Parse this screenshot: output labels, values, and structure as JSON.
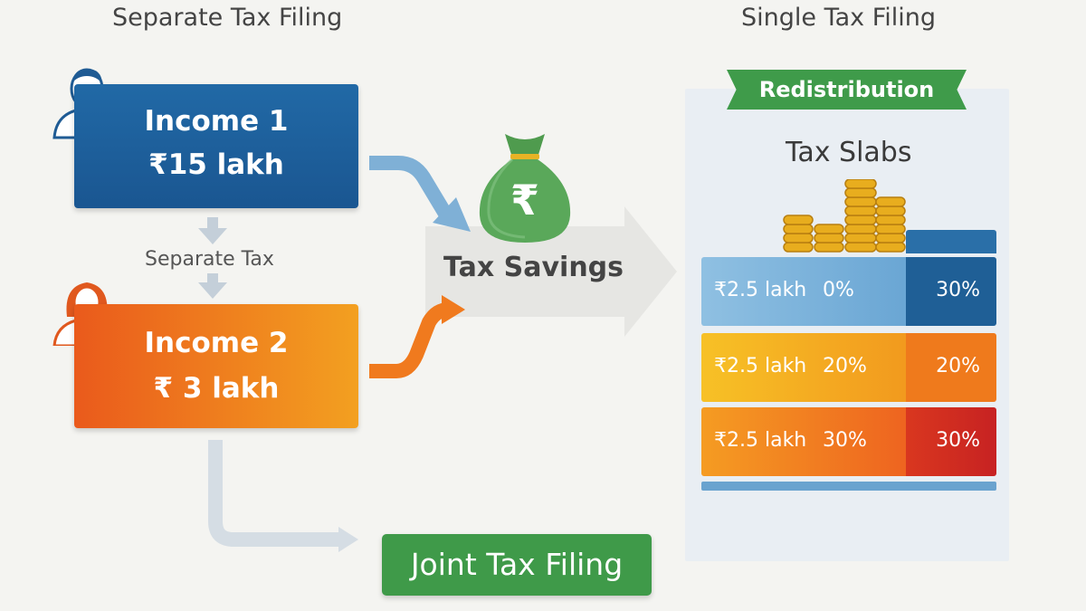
{
  "headings": {
    "separate": "Separate Tax Filing",
    "single": "Single Tax Filing"
  },
  "income1": {
    "title": "Income 1",
    "amount": "₹15 lakh"
  },
  "income2": {
    "title": "Income 2",
    "amount": "₹ 3 lakh"
  },
  "separate_tax_label": "Separate Tax",
  "savings": {
    "label": "Tax Savings",
    "bag_symbol": "₹"
  },
  "redistribution_label": "Redistribution",
  "slabs_title": "Tax Slabs",
  "slabs": [
    {
      "amount": "₹2.5 lakh",
      "rate": "0%",
      "side_rate": "30%"
    },
    {
      "amount": "₹2.5 lakh",
      "rate": "20%",
      "side_rate": "20%"
    },
    {
      "amount": "₹2.5 lakh",
      "rate": "30%",
      "side_rate": "30%"
    }
  ],
  "joint_label": "Joint Tax Filing",
  "colors": {
    "blue": "#1f62a0",
    "orange": "#f0731e",
    "green": "#3f9a49",
    "arrow_blue": "#7fb0d6",
    "arrow_orange": "#f07a1e"
  },
  "icons": [
    "person-male-icon",
    "person-female-icon",
    "money-bag-icon",
    "coin-stacks-icon"
  ]
}
